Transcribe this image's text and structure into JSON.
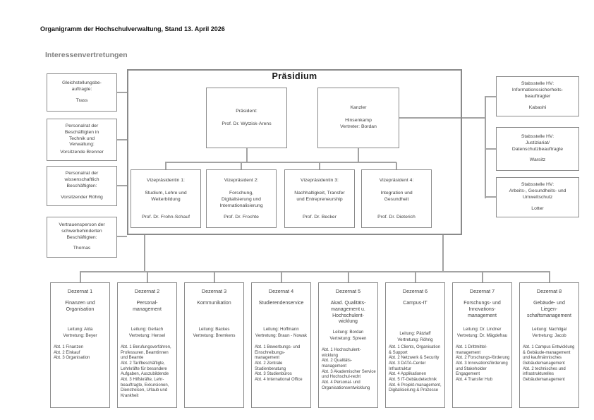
{
  "page": {
    "title": "Organigramm der Hochschulverwaltung, Stand 13. April 2026",
    "section_heading": "Interessenvertretungen"
  },
  "colors": {
    "box_border": "#8a8a8a",
    "connector": "#a3a3a3",
    "text": "#3f3f3f",
    "heading_gray": "#7f7f7f"
  },
  "interessenvertretungen": [
    {
      "title": "Gleichstellungsbe-\nauftragte:",
      "name": "Trass"
    },
    {
      "title": "Personalrat der\nBeschäftigten in\nTechnik und\nVerwaltung:",
      "name": "Vorsitzende Brenner"
    },
    {
      "title": "Personalrat der\nwissenschaftlich\nBeschäftigten:",
      "name": "Vorsitzender Röhrig"
    },
    {
      "title": "Vertrauensperson der\nschwerbehinderten\nBeschäftigten:",
      "name": "Thomas"
    }
  ],
  "praesidium": {
    "heading": "Präsidium",
    "praesident": {
      "role": "Präsident:",
      "name": "Prof. Dr. Wytzisk-Arens"
    },
    "kanzler": {
      "role": "Kanzler",
      "name": "Hinsenkamp",
      "deputy": "Vertreter: Bordan"
    },
    "vizepraesidenten": [
      {
        "role": "Vizepräsidentin 1:",
        "bereich": "Studium, Lehre und\nWeiterbildung",
        "name": "Prof. Dr. Frohn-Schauf"
      },
      {
        "role": "Vizepräsident 2:",
        "bereich": "Forschung,\nDigitalisierung und\nInternationalisierung",
        "name": "Prof. Dr. Frochte"
      },
      {
        "role": "Vizepräsidentin 3:",
        "bereich": "Nachhaltigkeit, Transfer\nund Entrepreneurship",
        "name": "Prof. Dr. Becker"
      },
      {
        "role": "Vizepräsident 4:",
        "bereich": "Integration und\nGesundheit",
        "name": "Prof. Dr. Dieterich"
      }
    ]
  },
  "stabsstellen": [
    {
      "title": "Stabsstelle HV:\nInformationssicherheits-\nbeauftragter",
      "name": "Kabashi"
    },
    {
      "title": "Stabsstelle HV:\nJustiziariat/\nDatenschutzbeauftragte",
      "name": "Warsitz"
    },
    {
      "title": "Stabsstelle HV:\nArbeits-, Gesundheits- und\nUmweltschutz",
      "name": "Lotter"
    }
  ],
  "dezernate": [
    {
      "title": "Dezernat 1",
      "bereich": "Finanzen und\nOrganisation",
      "leitung": "Leitung: Alda",
      "vertretung": "Vertretung: Beyer",
      "abteilungen": [
        "Abt. 1 Finanzen",
        "Abt. 2 Einkauf",
        "Abt. 3 Organisation"
      ]
    },
    {
      "title": "Dezernat 2",
      "bereich": "Personal-\nmanagement",
      "leitung": "Leitung: Gerlach",
      "vertretung": "Vertretung: Hensel",
      "abteilungen": [
        "Abt. 1 Berufungsverfahren, Professuren, Beamtinnen und Beamte",
        "Abt. 2 Tarifbeschäftigte, Lehrkräfte für besondere Aufgaben, Auszubildende",
        "Abt. 3 Hilfskräfte, Lehr-beauftragte, Exkursionen, Dienstreisen, Urlaub und Krankheit"
      ]
    },
    {
      "title": "Dezernat 3",
      "bereich": "Kommunikation",
      "leitung": "Leitung: Backes",
      "vertretung": "Vertretung: Bremkens",
      "abteilungen": []
    },
    {
      "title": "Dezernat 4",
      "bereich": "Studierendenservice",
      "leitung": "Leitung: Hoffmann",
      "vertretung": "Vertretung: Braun - Nowak",
      "abteilungen": [
        "Abt. 1 Bewerbungs- und Einschreibungs-management",
        "Abt. 2 Zentrale Studienberatung",
        "Abt. 3 Studienbüros",
        "Abt. 4 International Office"
      ]
    },
    {
      "title": "Dezernat 5",
      "bereich": "Akad. Qualitäts-\nmanagement u.\nHochschulent-\nwicklung",
      "leitung": "Leitung: Bordan",
      "vertretung": "Vertretung: Spreen",
      "abteilungen": [
        "Abt. 1 Hochschulent-wicklung",
        "Abt. 2 Qualitäts-management",
        "Abt. 3 Akademischer Service und Hochschul-recht",
        "Abt. 4 Personal- und Organisationsentwicklung"
      ]
    },
    {
      "title": "Dezernat 6",
      "bereich": "Campus-IT",
      "leitung": "Leitung: Pätzlaff",
      "vertretung": "Vertretung: Röhrig",
      "abteilungen": [
        "Abt. 1 Clients, Organisation & Support",
        "Abt. 2 Netzwerk & Security",
        "Abt. 3 DATA-Center Infrastruktur",
        "Abt. 4 Applikationen",
        "Abt. 5 IT-Gebäudetechnik",
        "Abt. 6 Projekt-management, Digitalisierung & Prozesse"
      ]
    },
    {
      "title": "Dezernat 7",
      "bereich": "Forschungs- und\nInnovations-\nmanagement",
      "leitung": "Leitung: Dr. Lindner",
      "vertretung": "Vertretung: Dr. Mägdefrau",
      "abteilungen": [
        "Abt. 1 Drittmittel-management",
        "Abt. 2 Forschungs-förderung",
        "Abt. 3 Innovationsförderung und Stakeholder Engagement",
        "Abt. 4 Transfer Hub"
      ]
    },
    {
      "title": "Dezernat 8",
      "bereich": "Gebäude- und\nLiegen-\nschaftsmanagement",
      "leitung": "Leitung: Nachtigal",
      "vertretung": "Vertretung: Jacob",
      "abteilungen": [
        "Abt. 1 Campus Entwicklung & Gebäude-management und kaufmännisches Gebäudemanagement",
        "Abt. 2 technisches und infrastrukturelles Gebäudemanagement"
      ]
    }
  ]
}
